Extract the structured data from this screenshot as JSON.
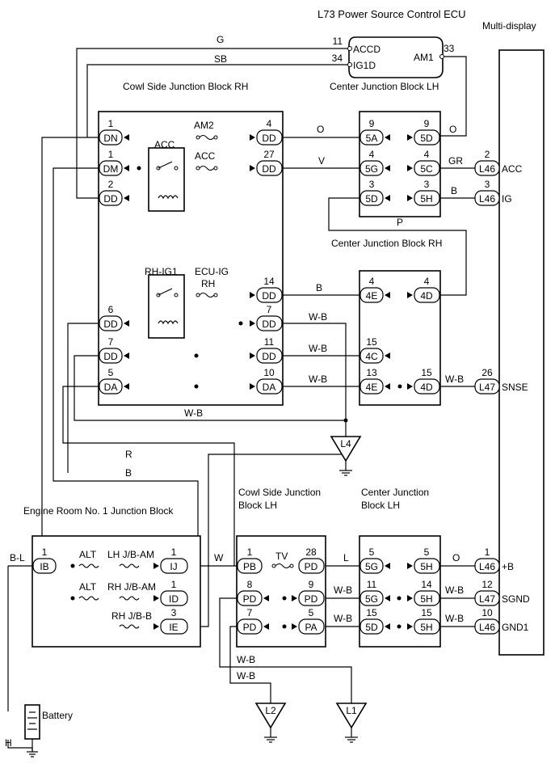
{
  "components": {
    "ecu_title": "L73 Power Source Control ECU",
    "multi_display": "Multi-display",
    "cowl_rh": "Cowl Side Junction Block RH",
    "cjb_lh_top": "Center Junction Block LH",
    "cjb_rh": "Center Junction Block RH",
    "engine_room": "Engine Room No. 1 Junction Block",
    "cowl_lh_1": "Cowl Side Junction",
    "cowl_lh_2": "Block LH",
    "cjb_lh_bot_1": "Center Junction",
    "cjb_lh_bot_2": "Block LH",
    "battery": "Battery",
    "h_mark": "H"
  },
  "ecu_pins": {
    "accd_num": "11",
    "accd": "ACCD",
    "ig1d_num": "34",
    "ig1d": "IG1D",
    "am1": "AM1",
    "am1_num": "33"
  },
  "wires": {
    "g": "G",
    "sb": "SB",
    "o": "O",
    "v": "V",
    "gr": "GR",
    "b": "B",
    "p": "P",
    "w_b": "W-B",
    "r": "R",
    "w": "W",
    "l": "L",
    "b_l": "B-L"
  },
  "relays": {
    "acc": "ACC",
    "rh_ig1": "RH-IG1"
  },
  "fuses": {
    "am2": "AM2",
    "acc": "ACC",
    "ecu_ig": "ECU-IG",
    "rh": "RH",
    "alt": "ALT",
    "lh_jb_am": "LH J/B-AM",
    "rh_jb_am": "RH J/B-AM",
    "rh_jb_b": "RH J/B-B",
    "tv": "TV"
  },
  "pins": {
    "dn": "DN",
    "dm": "DM",
    "dd": "DD",
    "da": "DA",
    "p5a": "5A",
    "p5d": "5D",
    "p5g": "5G",
    "p5c": "5C",
    "p5h": "5H",
    "p4e": "4E",
    "p4d": "4D",
    "p4c": "4C",
    "l46": "L46",
    "l47": "L47",
    "ib": "IB",
    "ij": "IJ",
    "id": "ID",
    "ie": "IE",
    "pb": "PB",
    "pd": "PD",
    "pa": "PA"
  },
  "nums": {
    "n1": "1",
    "n2": "2",
    "n3": "3",
    "n4": "4",
    "n5": "5",
    "n6": "6",
    "n7": "7",
    "n8": "8",
    "n9": "9",
    "n10": "10",
    "n11": "11",
    "n12": "12",
    "n13": "13",
    "n14": "14",
    "n15": "15",
    "n26": "26",
    "n27": "27",
    "n28": "28"
  },
  "display_terms": {
    "acc": "ACC",
    "ig": "IG",
    "snse": "SNSE",
    "plus_b": "+B",
    "sgnd": "SGND",
    "gnd1": "GND1"
  },
  "grounds": {
    "l4": "L4",
    "l2": "L2",
    "l1": "L1"
  }
}
